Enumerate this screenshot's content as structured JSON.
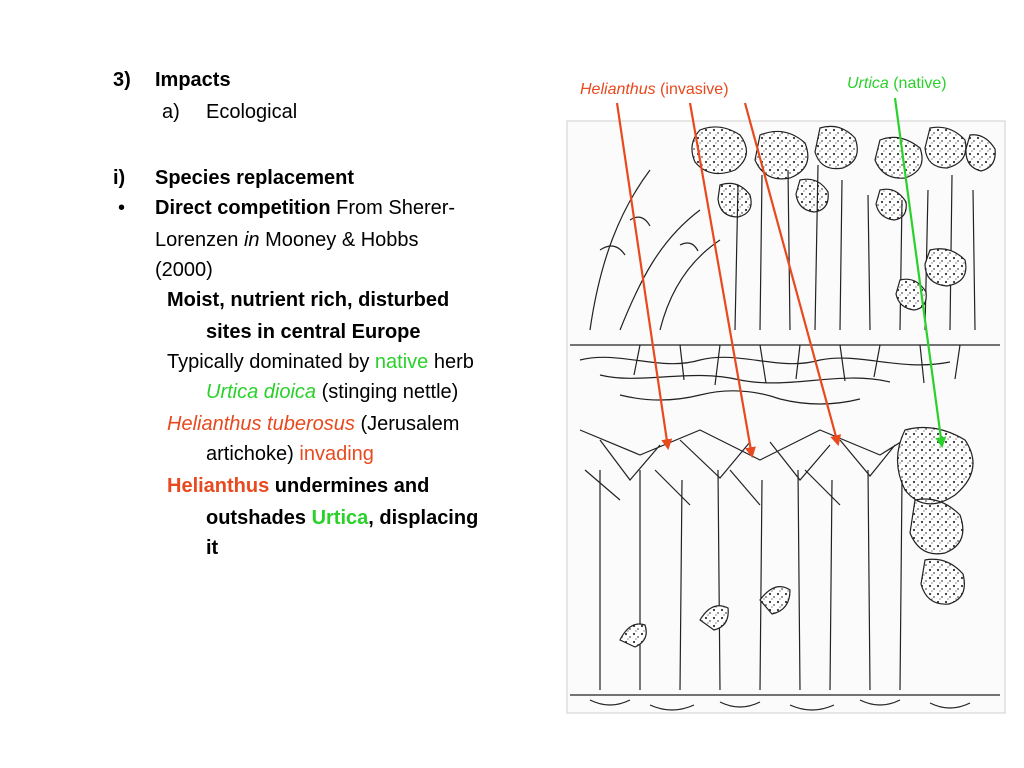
{
  "heading": {
    "number": "3)",
    "title": "Impacts"
  },
  "subheading": {
    "letter": "a)",
    "title": "Ecological"
  },
  "section": {
    "number": "i)",
    "title": "Species replacement"
  },
  "bullet": {
    "marker": "•",
    "bold": "Direct competition",
    "text1": " From Sherer-",
    "text2": "Lorenzen ",
    "in": "in",
    "text3": " Mooney & Hobbs",
    "text4": "(2000)"
  },
  "body": {
    "moist1": "Moist, nutrient rich, disturbed",
    "moist2": "sites in central Europe",
    "typ1_a": "Typically dominated by ",
    "typ1_native": "native",
    "typ1_b": " herb",
    "typ2_species": "Urtica dioica",
    "typ2_rest": " (stinging nettle)",
    "heli1_species": "Helianthus tuberosus",
    "heli1_rest": " (Jerusalem",
    "heli2_a": "artichoke) ",
    "heli2_invading": "invading",
    "under1_a": "Helianthus",
    "under1_b": " undermines and",
    "under2_a": "outshades ",
    "under2_urtica": "Urtica",
    "under2_b": ", displacing",
    "under3": "it"
  },
  "captions": {
    "helianthus_name": "Helianthus",
    "helianthus_status": " (invasive)",
    "urtica_name": "Urtica",
    "urtica_status": " (native)"
  },
  "colors": {
    "invasive": "#e8491e",
    "native": "#2bd12b",
    "text": "#000000"
  }
}
